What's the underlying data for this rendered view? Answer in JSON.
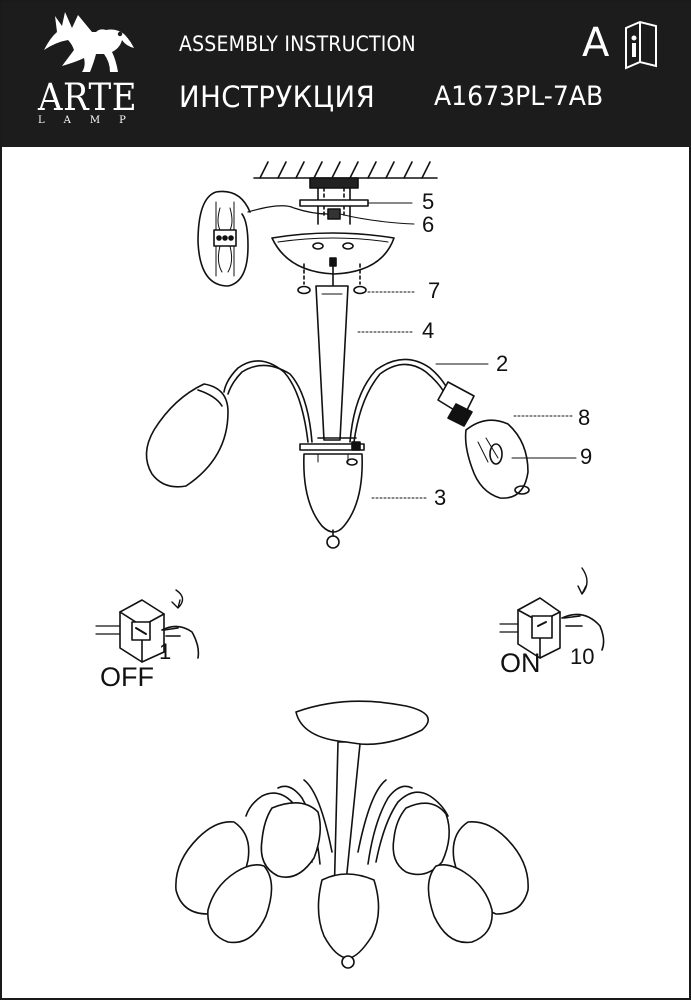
{
  "header": {
    "brand_name": "ARTE",
    "brand_sub": "LAMP",
    "assembly_title": "ASSEMBLY INSTRUCTION",
    "instruction_title": "ИНСТРУКЦИЯ",
    "model_code": "A1673PL-7AB",
    "language_letter": "A",
    "info_icon": "info-book-icon",
    "logo_icon": "winged-lion-icon",
    "background_color": "#1c1c1c",
    "text_color": "#ffffff"
  },
  "diagram": {
    "callouts": {
      "n2": "2",
      "n3": "3",
      "n4": "4",
      "n5": "5",
      "n6": "6",
      "n7": "7",
      "n8": "8",
      "n9": "9"
    }
  },
  "switches": {
    "off_label": "OFF",
    "off_step": "1",
    "on_label": "ON",
    "on_step": "10"
  }
}
